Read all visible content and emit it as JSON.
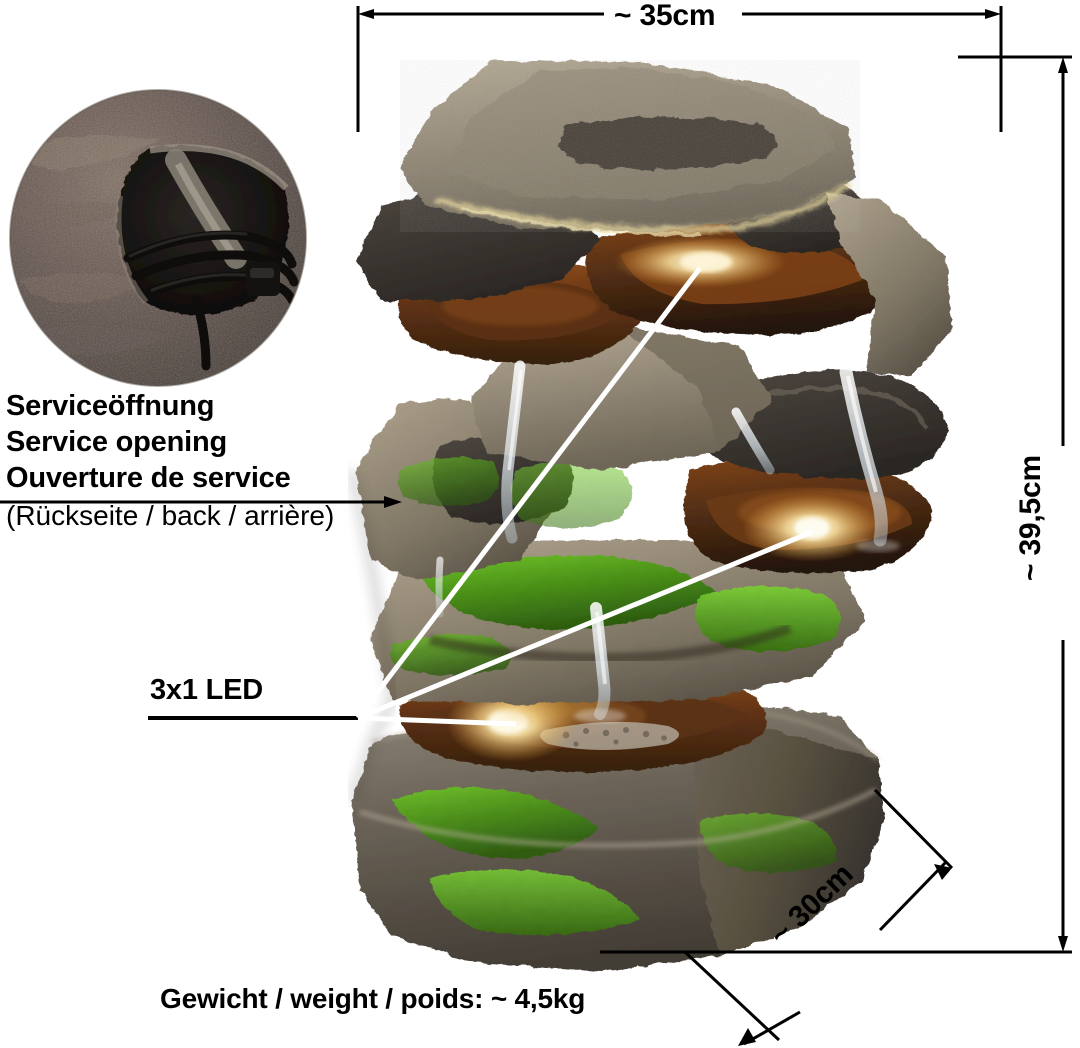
{
  "diagram": {
    "title": "Rock cascade LED fountain dimension diagram",
    "background_color": "#ffffff",
    "line_color": "#000000",
    "leader_color": "#ffffff"
  },
  "dimensions": {
    "width_label": "~ 35cm",
    "height_label": "~ 39,5cm",
    "depth_label": "~ 30cm"
  },
  "annotations": {
    "service_opening": {
      "line_de": "Serviceöffnung",
      "line_en": "Service opening",
      "line_fr": "Ouverture de service",
      "line_note": "(Rückseite / back / arrière)"
    },
    "led": {
      "label": "3x1 LED",
      "count": 3
    },
    "weight": {
      "label": "Gewicht / weight / poids: ~ 4,5kg"
    }
  },
  "inset": {
    "name": "service-opening-photo",
    "shape": "circle",
    "description": "Close-up of rock service opening with black power cables coiled inside"
  },
  "product_photo": {
    "name": "rock-cascade-fountain",
    "description": "Four-tier artificial rock water fountain with moss, warm LED lighting and falling water streams",
    "colors": {
      "rock_light": "#9c9183",
      "rock_dark": "#5a5248",
      "basin_water": "#6b3a1c",
      "moss_green": "#4f9c1f",
      "led_glow": "#ffeab0"
    }
  }
}
